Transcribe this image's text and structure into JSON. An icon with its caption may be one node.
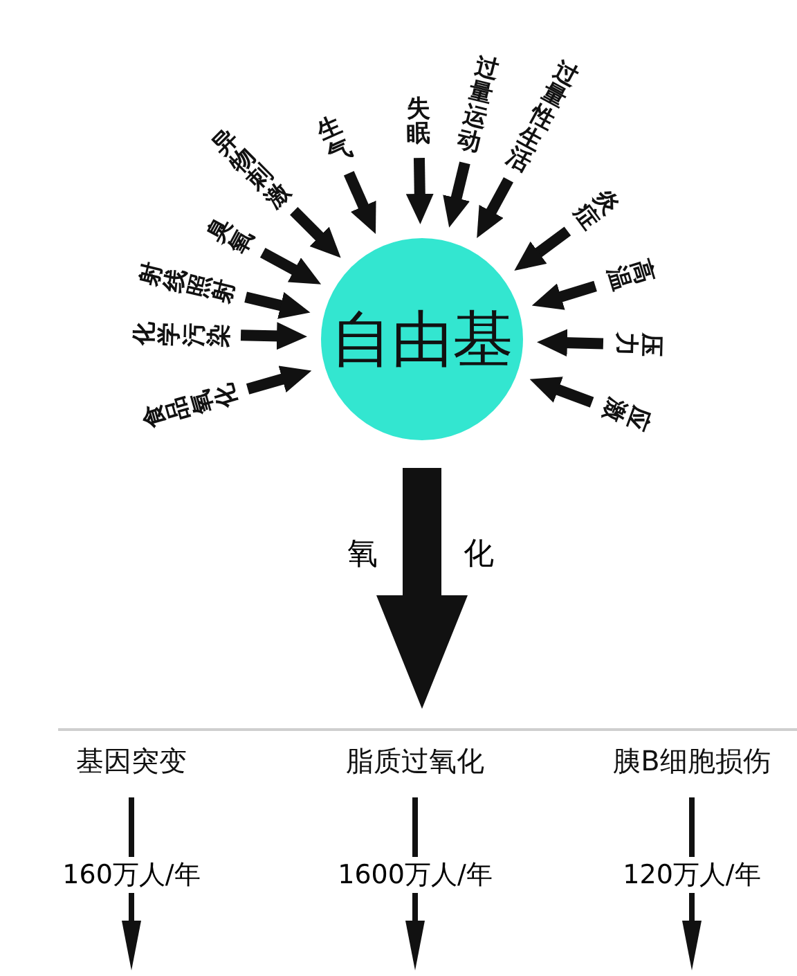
{
  "diagram": {
    "nodes": [
      {
        "text": [
          "自由基"
        ]
      },
      {
        "text": [
          "食品氧化"
        ]
      },
      {
        "text": [
          "化学污染"
        ]
      },
      {
        "text": [
          "射线照射"
        ]
      },
      {
        "text": [
          "臭氧"
        ]
      },
      {
        "text": [
          "异物刺激"
        ]
      },
      {
        "text": [
          "生气"
        ]
      },
      {
        "text": [
          "失眠"
        ]
      },
      {
        "text": [
          "过量运动"
        ]
      },
      {
        "text": [
          "过量性生活"
        ]
      },
      {
        "text": [
          "炎症"
        ]
      },
      {
        "text": [
          "高温"
        ]
      },
      {
        "text": [
          "压力"
        ]
      },
      {
        "text": [
          "应激"
        ]
      },
      {
        "text": [
          "基因突变"
        ]
      },
      {
        "text": [
          "脂质过氧化"
        ]
      },
      {
        "text": [
          "胰B细胞损伤"
        ]
      }
    ],
    "edges": [
      {
        "from": 1,
        "to": 0,
        "arrow": "to"
      },
      {
        "from": 2,
        "to": 0,
        "arrow": "to"
      },
      {
        "from": 3,
        "to": 0,
        "arrow": "to"
      },
      {
        "from": 4,
        "to": 0,
        "arrow": "to"
      },
      {
        "from": 5,
        "to": 0,
        "arrow": "to"
      },
      {
        "from": 6,
        "to": 0,
        "arrow": "to"
      },
      {
        "from": 7,
        "to": 0,
        "arrow": "to"
      },
      {
        "from": 8,
        "to": 0,
        "arrow": "to"
      },
      {
        "from": 9,
        "to": 0,
        "arrow": "to"
      },
      {
        "from": 10,
        "to": 0,
        "arrow": "to"
      },
      {
        "from": 11,
        "to": 0,
        "arrow": "to"
      },
      {
        "from": 12,
        "to": 0,
        "arrow": "to"
      },
      {
        "from": 13,
        "to": 0,
        "arrow": "to"
      },
      {
        "from": 0,
        "to": null,
        "arrow": "to",
        "style": "thick"
      },
      {
        "from": 14,
        "to": null,
        "arrow": "to",
        "label": "160万人/年"
      },
      {
        "from": 15,
        "to": null,
        "arrow": "to",
        "label": "1600万人/年"
      },
      {
        "from": 16,
        "to": null,
        "arrow": "to",
        "label": "120万人/年"
      }
    ],
    "labels": [
      "氧",
      "化"
    ]
  }
}
